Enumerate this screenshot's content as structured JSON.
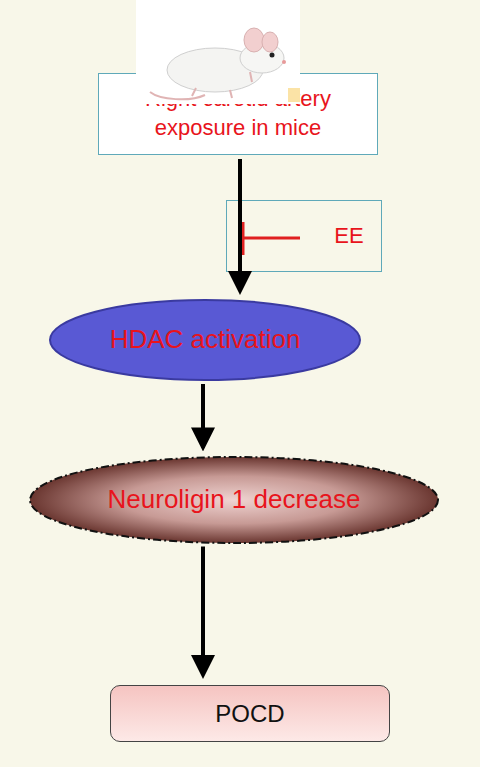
{
  "diagram": {
    "nodes": [
      {
        "text": [
          "Right carotid artery exposure in mice"
        ]
      },
      {
        "text": [
          "EE"
        ]
      },
      {
        "text": [
          "HDAC activation"
        ]
      },
      {
        "text": [
          "Neuroligin 1 decrease"
        ]
      },
      {
        "text": [
          "POCD"
        ]
      }
    ],
    "edges": [
      {
        "from": 0,
        "to": 2,
        "arrow": "to"
      },
      {
        "from": 2,
        "to": 3,
        "arrow": "to"
      },
      {
        "from": 3,
        "to": 4,
        "arrow": "to"
      }
    ]
  }
}
